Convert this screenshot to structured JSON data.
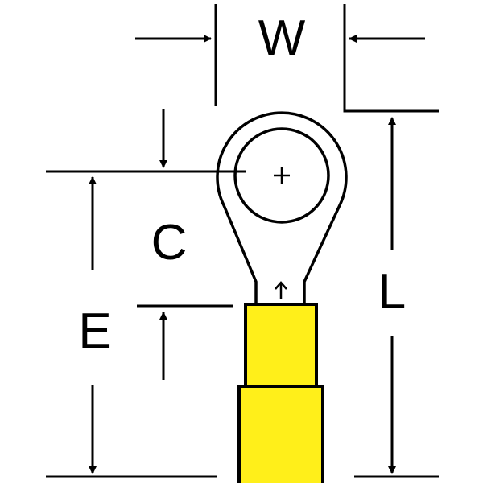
{
  "labels": {
    "width": "W",
    "center": "C",
    "edge": "E",
    "length": "L"
  },
  "colors": {
    "insulation": "#FFEF1A",
    "line": "#000000",
    "background": "#FFFFFF"
  }
}
